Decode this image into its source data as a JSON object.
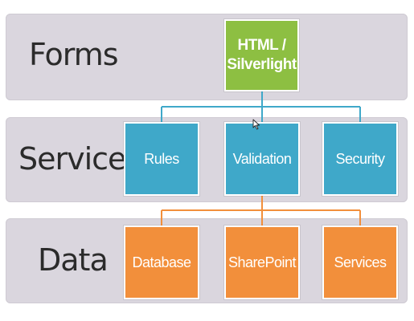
{
  "layers": {
    "forms": {
      "label": "Forms"
    },
    "services": {
      "label": "Services"
    },
    "data": {
      "label": "Data"
    }
  },
  "boxes": {
    "html_silverlight": {
      "line1": "HTML /",
      "line2": "Silverlight"
    },
    "rules": {
      "label": "Rules"
    },
    "validation": {
      "label": "Validation"
    },
    "security": {
      "label": "Security"
    },
    "database": {
      "label": "Database"
    },
    "sharepoint": {
      "label": "SharePoint"
    },
    "services": {
      "label": "Services"
    }
  },
  "colors": {
    "band": "#dad6de",
    "forms_box": "#8dbf42",
    "services_box": "#3fa8c9",
    "data_box": "#f28f3b",
    "connector_blue": "#3fa8c9",
    "connector_orange": "#f28f3b"
  },
  "icons": {
    "cursor": "mouse-pointer-icon"
  }
}
